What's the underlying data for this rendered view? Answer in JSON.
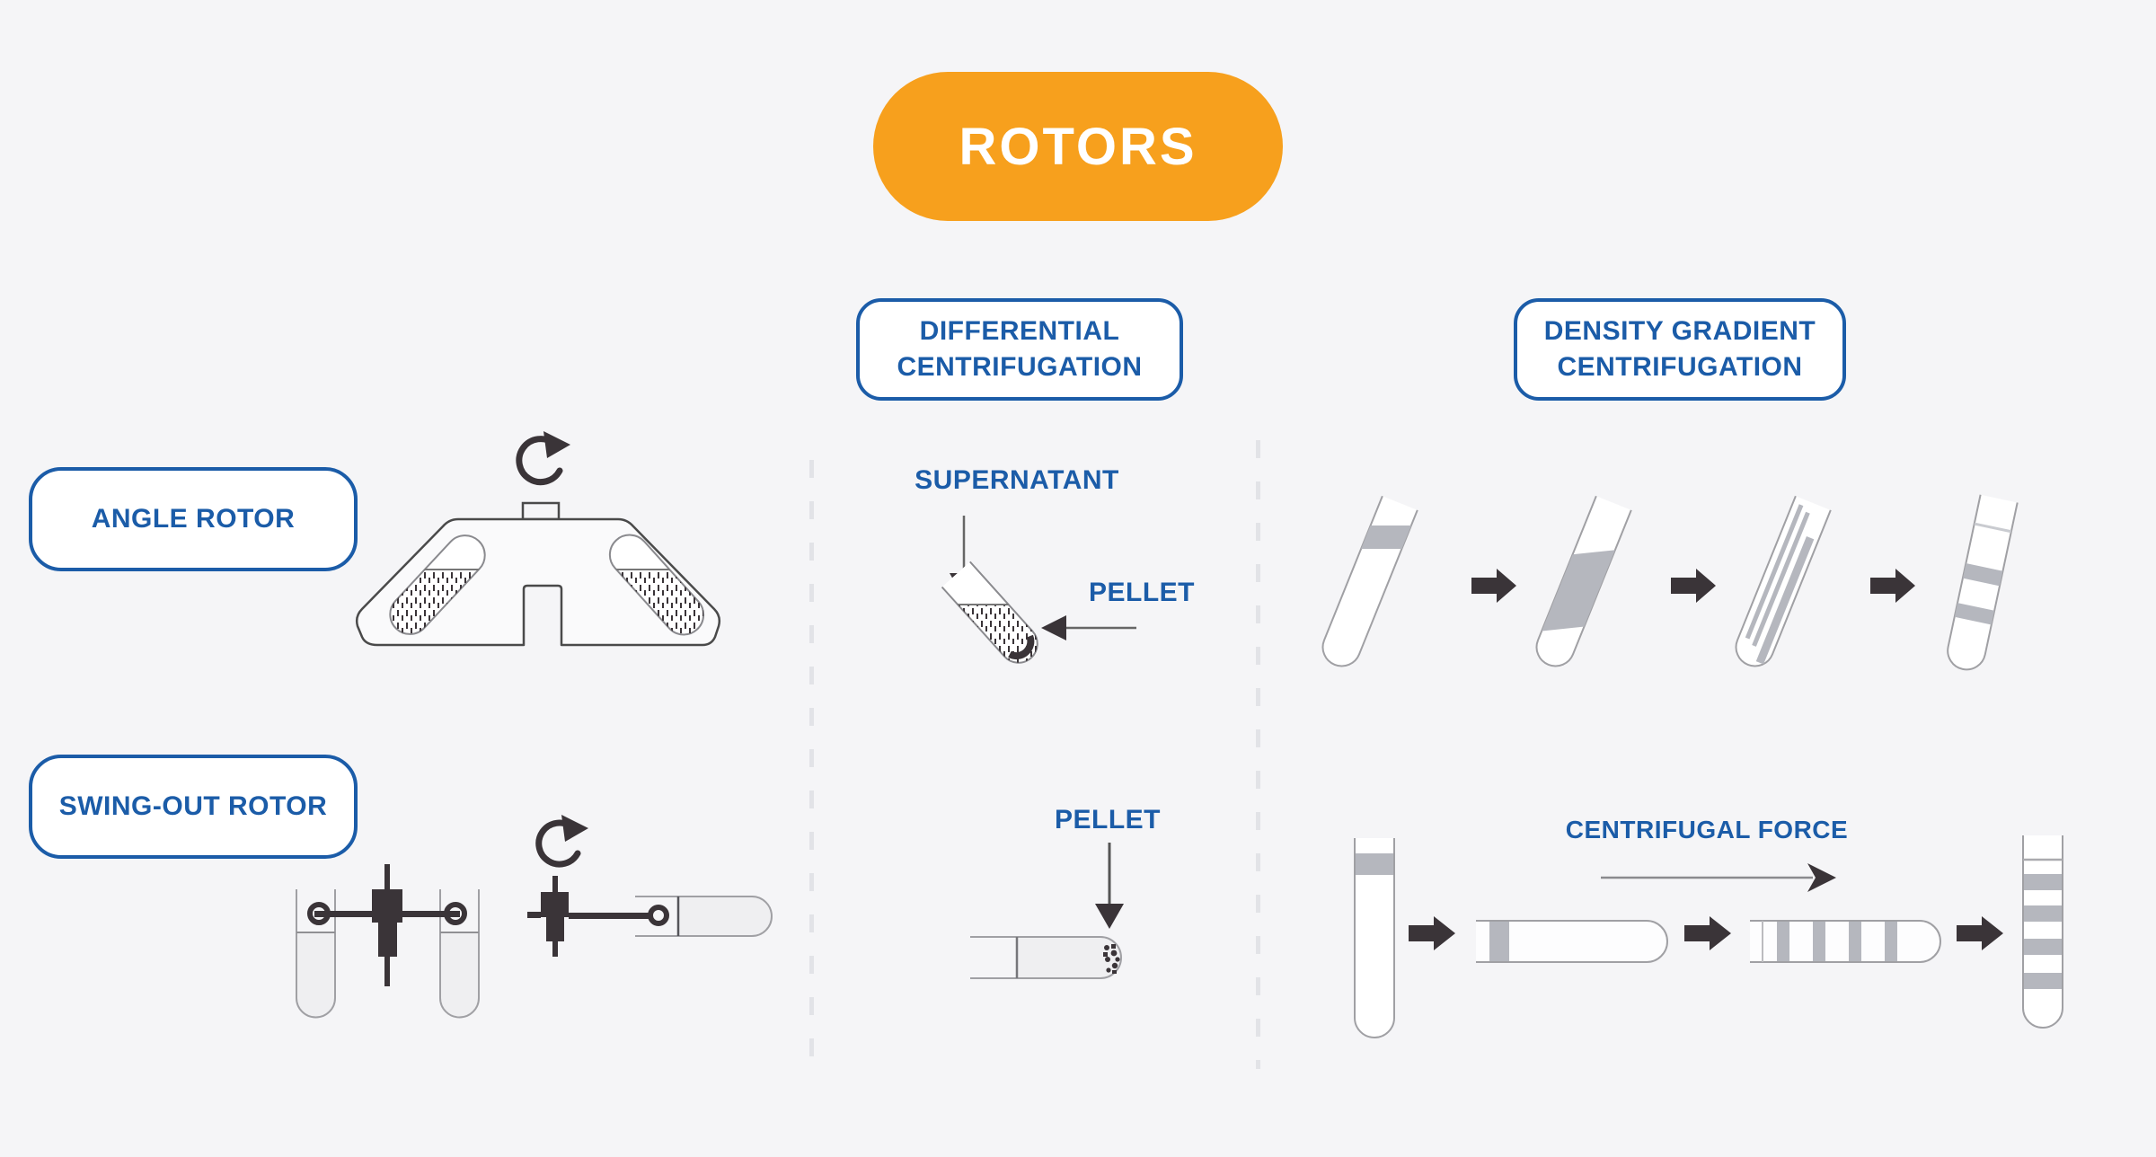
{
  "title": {
    "label": "ROTORS"
  },
  "method_headers": {
    "differential": {
      "line1": "DIFFERENTIAL",
      "line2": "CENTRIFUGATION"
    },
    "density": {
      "line1": "DENSITY GRADIENT",
      "line2": "CENTRIFUGATION"
    }
  },
  "rotor_labels": {
    "angle": "ANGLE ROTOR",
    "swing": "SWING-OUT ROTOR"
  },
  "annotations": {
    "supernatant": "SUPERNATANT",
    "pellet_top": "PELLET",
    "pellet_bottom": "PELLET",
    "centrifugal_force": "CENTRIFUGAL FORCE"
  },
  "icons": {
    "rotation_arrow": {
      "name": "rotation-arrow-icon",
      "glyph": "↺"
    },
    "step_arrow": {
      "name": "arrow-right-icon",
      "glyph": "➡"
    },
    "pointer_arrow": {
      "name": "thin-arrow-icon",
      "glyph": "→"
    }
  },
  "colors": {
    "background": "#F5F5F7",
    "accent_orange": "#F7A01D",
    "accent_blue": "#1B5CA8",
    "dark_ink": "#3A3438",
    "tube_outline": "#A0A0A4",
    "tube_fill": "#EFEFF1",
    "band_gray": "#B5B7BE",
    "divider_gray": "#E2E3E7"
  }
}
